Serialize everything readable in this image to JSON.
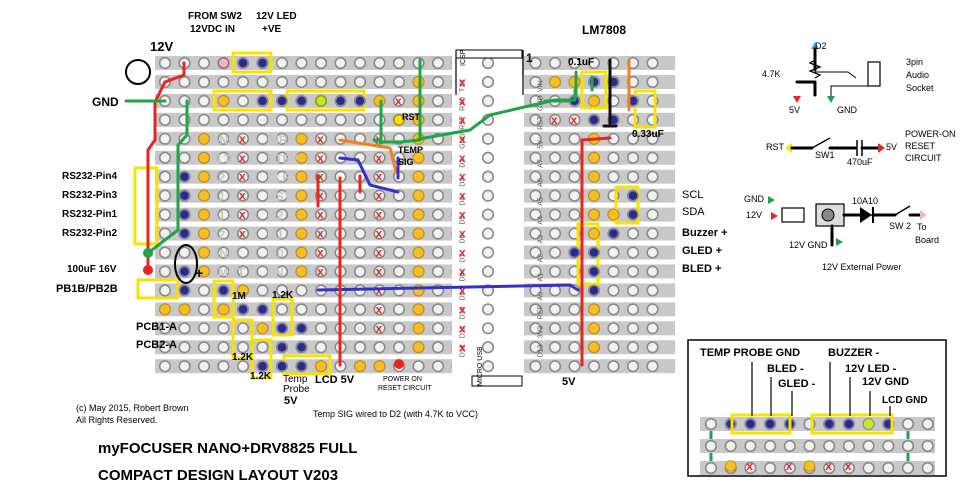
{
  "top": {
    "from_sw2": "FROM SW2",
    "vdc_in": "12VDC IN",
    "led_12v": "12V LED",
    "led_ve": "+VE",
    "regulator": "LM7808",
    "cap_01uf": "0.1uF",
    "cap_033uf": "0.33uF",
    "label_12v": "12V"
  },
  "left": {
    "gnd": "GND",
    "rs232_pin4": "RS232-Pin4",
    "rs232_pin3": "RS232-Pin3",
    "rs232_pin1": "RS232-Pin1",
    "rs232_pin2": "RS232-Pin2",
    "cap_100uf": "100uF 16V",
    "pb": "PB1B/PB2B",
    "pcb1": "PCB1-A",
    "pcb2": "PCB2-A",
    "plus": "+"
  },
  "drv_pins_left": [
    "GND",
    "FLT",
    "A2",
    "A1",
    "B1",
    "B2",
    "GND",
    "VMOT"
  ],
  "drv_pins_right": [
    "DIR",
    "STEP",
    "SLP",
    "RST",
    "M2",
    "M1",
    "M0",
    "EN"
  ],
  "resistors": {
    "r1m": "1M",
    "r12k_top": "1.2K",
    "r12k_mid": "1.2K",
    "r12k_bot": "1.2K"
  },
  "nano_pins_left": [
    "D12",
    "D11",
    "D10",
    "D9",
    "D8",
    "D7",
    "D6",
    "D5",
    "D4",
    "D3",
    "D2",
    "GND",
    "RST",
    "RX0",
    "TX1"
  ],
  "nano_pins_right": [
    "D13",
    "3V3",
    "REF",
    "A0",
    "A1",
    "A2",
    "A3",
    "A4",
    "A5",
    "A6",
    "A7",
    "5V",
    "RST",
    "GND",
    "VIN"
  ],
  "nano_labels": {
    "rst": "RST",
    "temp": "TEMP",
    "sig": "SIG",
    "micro_usb": "MICRO USB",
    "icsp": "ICSP",
    "one": "1"
  },
  "bottom": {
    "temp_probe": "Temp",
    "temp_probe2": "Probe",
    "five_v_left": "5V",
    "lcd_5v": "LCD 5V",
    "power_on": "POWER ON",
    "reset_circuit": "RESET CIRCUIT",
    "five_v_right": "5V",
    "temp_sig_note": "Temp SIG wired to D2 (with 4.7K to VCC)",
    "copyright": "(c) May 2015, Robert Brown",
    "rights": "All Rights Reserved.",
    "title_line1": "myFOCUSER NANO+DRV8825  FULL",
    "title_line2": "COMPACT DESIGN LAYOUT  V203"
  },
  "right_side": {
    "scl": "SCL",
    "sda": "SDA",
    "buzzer": "Buzzer +",
    "gled": "GLED +",
    "bled": "BLED +"
  },
  "schematic": {
    "d2": "D2",
    "r47k": "4.7K",
    "socket": "3pin",
    "socket2": "Audio",
    "socket3": "Socket",
    "v5": "5V",
    "gnd": "GND",
    "rst": "RST",
    "sw1": "SW1",
    "cap470": "470uF",
    "v5b": "5V",
    "por1": "POWER-ON",
    "por2": "RESET",
    "por3": "CIRCUIT",
    "gnd2": "GND",
    "v12": "12V",
    "diode": "10A10",
    "sw2": "SW 2",
    "to": "To",
    "board": "Board",
    "v12gnd": "12V GND",
    "ext_power": "12V  External Power"
  },
  "inset": {
    "temp_probe_gnd": "TEMP PROBE GND",
    "buzzer": "BUZZER  -",
    "bled": "BLED -",
    "led12v": "12V LED -",
    "gled": "GLED -",
    "v12gnd": "12V GND",
    "lcd_gnd": "LCD GND"
  },
  "colors": {
    "board": "#c8c8c8",
    "pad": "#f7be28",
    "wire_red": "#e8251d",
    "wire_green": "#1ea546",
    "wire_blue": "#3232c8",
    "wire_orange": "#f0821e",
    "x_mark": "#e8251d"
  }
}
